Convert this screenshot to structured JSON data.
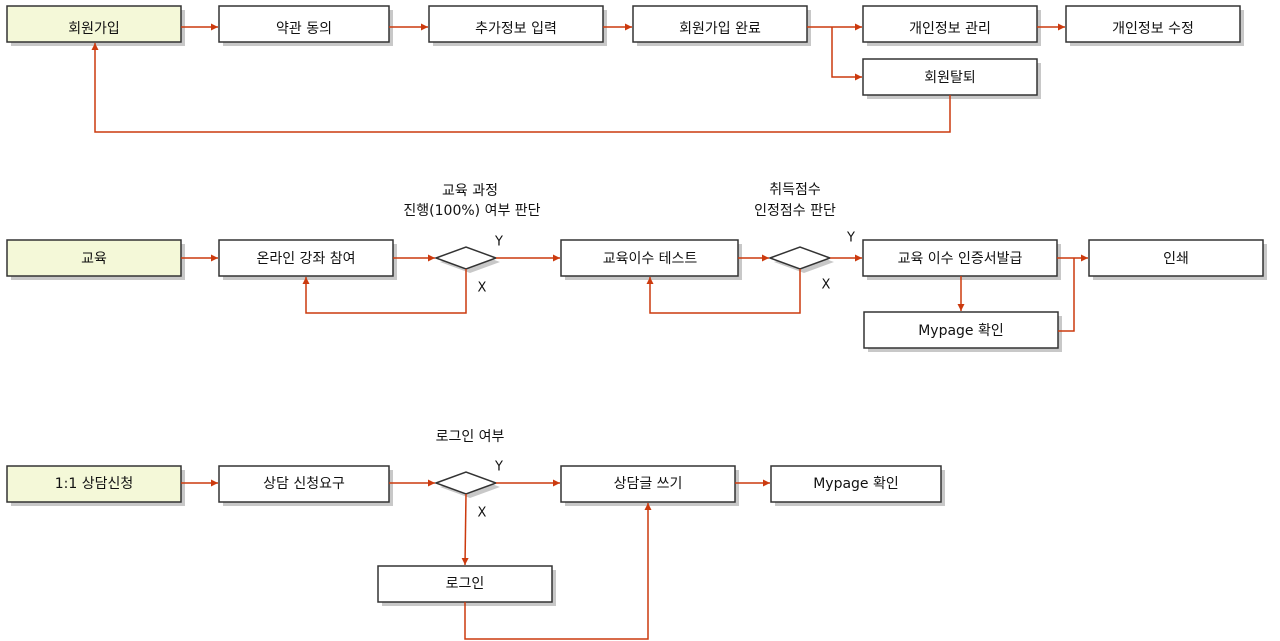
{
  "colors": {
    "box_fill": "#ffffff",
    "start_fill": "#f4f8d8",
    "border": "#333333",
    "shadow": "#c8c8c8",
    "arrow": "#cc3a0e"
  },
  "flow1": {
    "signup": "회원가입",
    "terms": "약관 동의",
    "extra_info": "추가정보 입력",
    "signup_done": "회원가입 완료",
    "manage_info": "개인정보 관리",
    "edit_info": "개인정보 수정",
    "withdraw": "회원탈퇴"
  },
  "flow2": {
    "education": "교육",
    "online_course": "온라인 강좌 참여",
    "decision1_label_line1": "교육 과정",
    "decision1_label_line2": "진행(100%) 여부 판단",
    "decision1_yes": "Y",
    "decision1_no": "X",
    "completion_test": "교육이수 테스트",
    "decision2_label_line1": "취득점수",
    "decision2_label_line2": "인정점수 판단",
    "decision2_yes": "Y",
    "decision2_no": "X",
    "certificate": "교육 이수 인증서발급",
    "print": "인쇄",
    "mypage_check": "Mypage 확인"
  },
  "flow3": {
    "consult": "1:1 상담신청",
    "consult_request": "상담 신청요구",
    "decision_label": "로그인 여부",
    "decision_yes": "Y",
    "decision_no": "X",
    "write_post": "상담글 쓰기",
    "mypage_check": "Mypage 확인",
    "login": "로그인"
  }
}
